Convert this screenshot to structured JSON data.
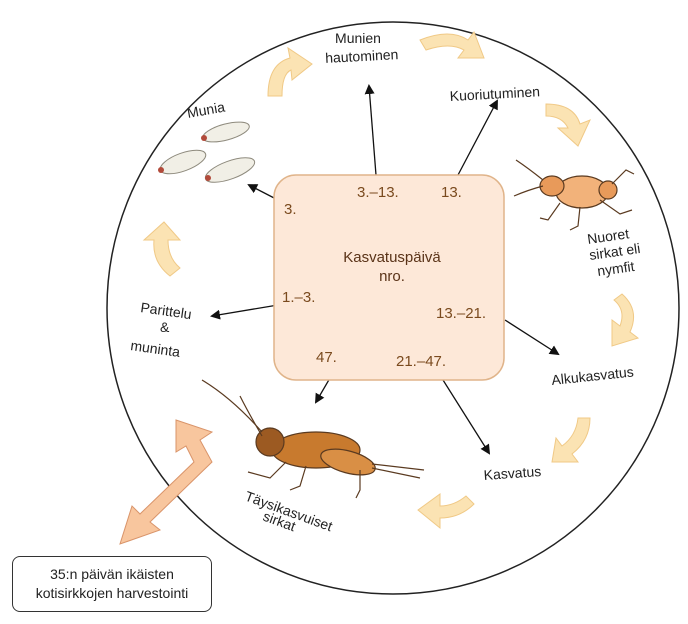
{
  "center": {
    "line1": "Kasvatuspäivä",
    "line2": "nro."
  },
  "days": {
    "d3": "3.",
    "d3_13": "3.–13.",
    "d13": "13.",
    "d1_3": "1.–3.",
    "d13_21": "13.–21.",
    "d47": "47.",
    "d21_47": "21.–47."
  },
  "stages": {
    "munia": "Munia",
    "hautominen_1": "Munien",
    "hautominen_2": "hautominen",
    "kuoriutuminen": "Kuoriutuminen",
    "nymfit_1": "Nuoret",
    "nymfit_2": "sirkat eli",
    "nymfit_3": "nymfit",
    "alkukasvatus": "Alkukasvatus",
    "kasvatus": "Kasvatus",
    "taysikasvuiset_1": "Täysikasvuiset",
    "taysikasvuiset_2": "sirkat",
    "parittelu_1": "Parittelu",
    "parittelu_2": "&",
    "parittelu_3": "muninta"
  },
  "harvest": {
    "line1": "35:n päivän ikäisten",
    "line2": "kotisirkkojen harvestointi"
  },
  "colors": {
    "cycle_arrow": "#fbe3b3",
    "center_box": "#fde8d8",
    "harvest_arrow": "#f8c69e",
    "insect": "#c87a2e"
  }
}
